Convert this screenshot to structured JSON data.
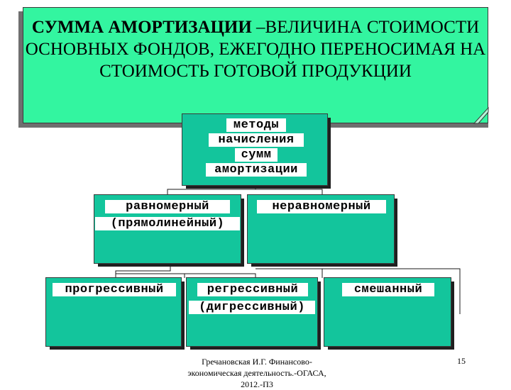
{
  "title": {
    "bold_part": "СУММА АМОРТИЗАЦИИ",
    "rest": " –ВЕЛИЧИНА СТОИМОСТИ ОСНОВНЫХ ФОНДОВ, ЕЖЕГОДНО ПЕРЕНОСИМАЯ НА СТОИМОСТЬ ГОТОВОЙ ПРОДУКЦИИ"
  },
  "root": {
    "lines": [
      "методы",
      "начисления",
      "сумм",
      "амортизации"
    ]
  },
  "level1": {
    "left": {
      "line1": "равномерный",
      "line2": "(прямолинейный)"
    },
    "right": {
      "line1": "неравномерный"
    }
  },
  "level2": {
    "progressive": "прогрессивный",
    "regressive": {
      "line1": "регрессивный",
      "line2": "(дигрессивный)"
    },
    "mixed": "смешанный"
  },
  "footer": {
    "text": "Гречановская И.Г. Финансово-экономическая деятельность.-ОГАСА, 2012.-П3"
  },
  "page_number": "15",
  "colors": {
    "title_fill": "#33f5a0",
    "box_fill": "#13c59c"
  }
}
